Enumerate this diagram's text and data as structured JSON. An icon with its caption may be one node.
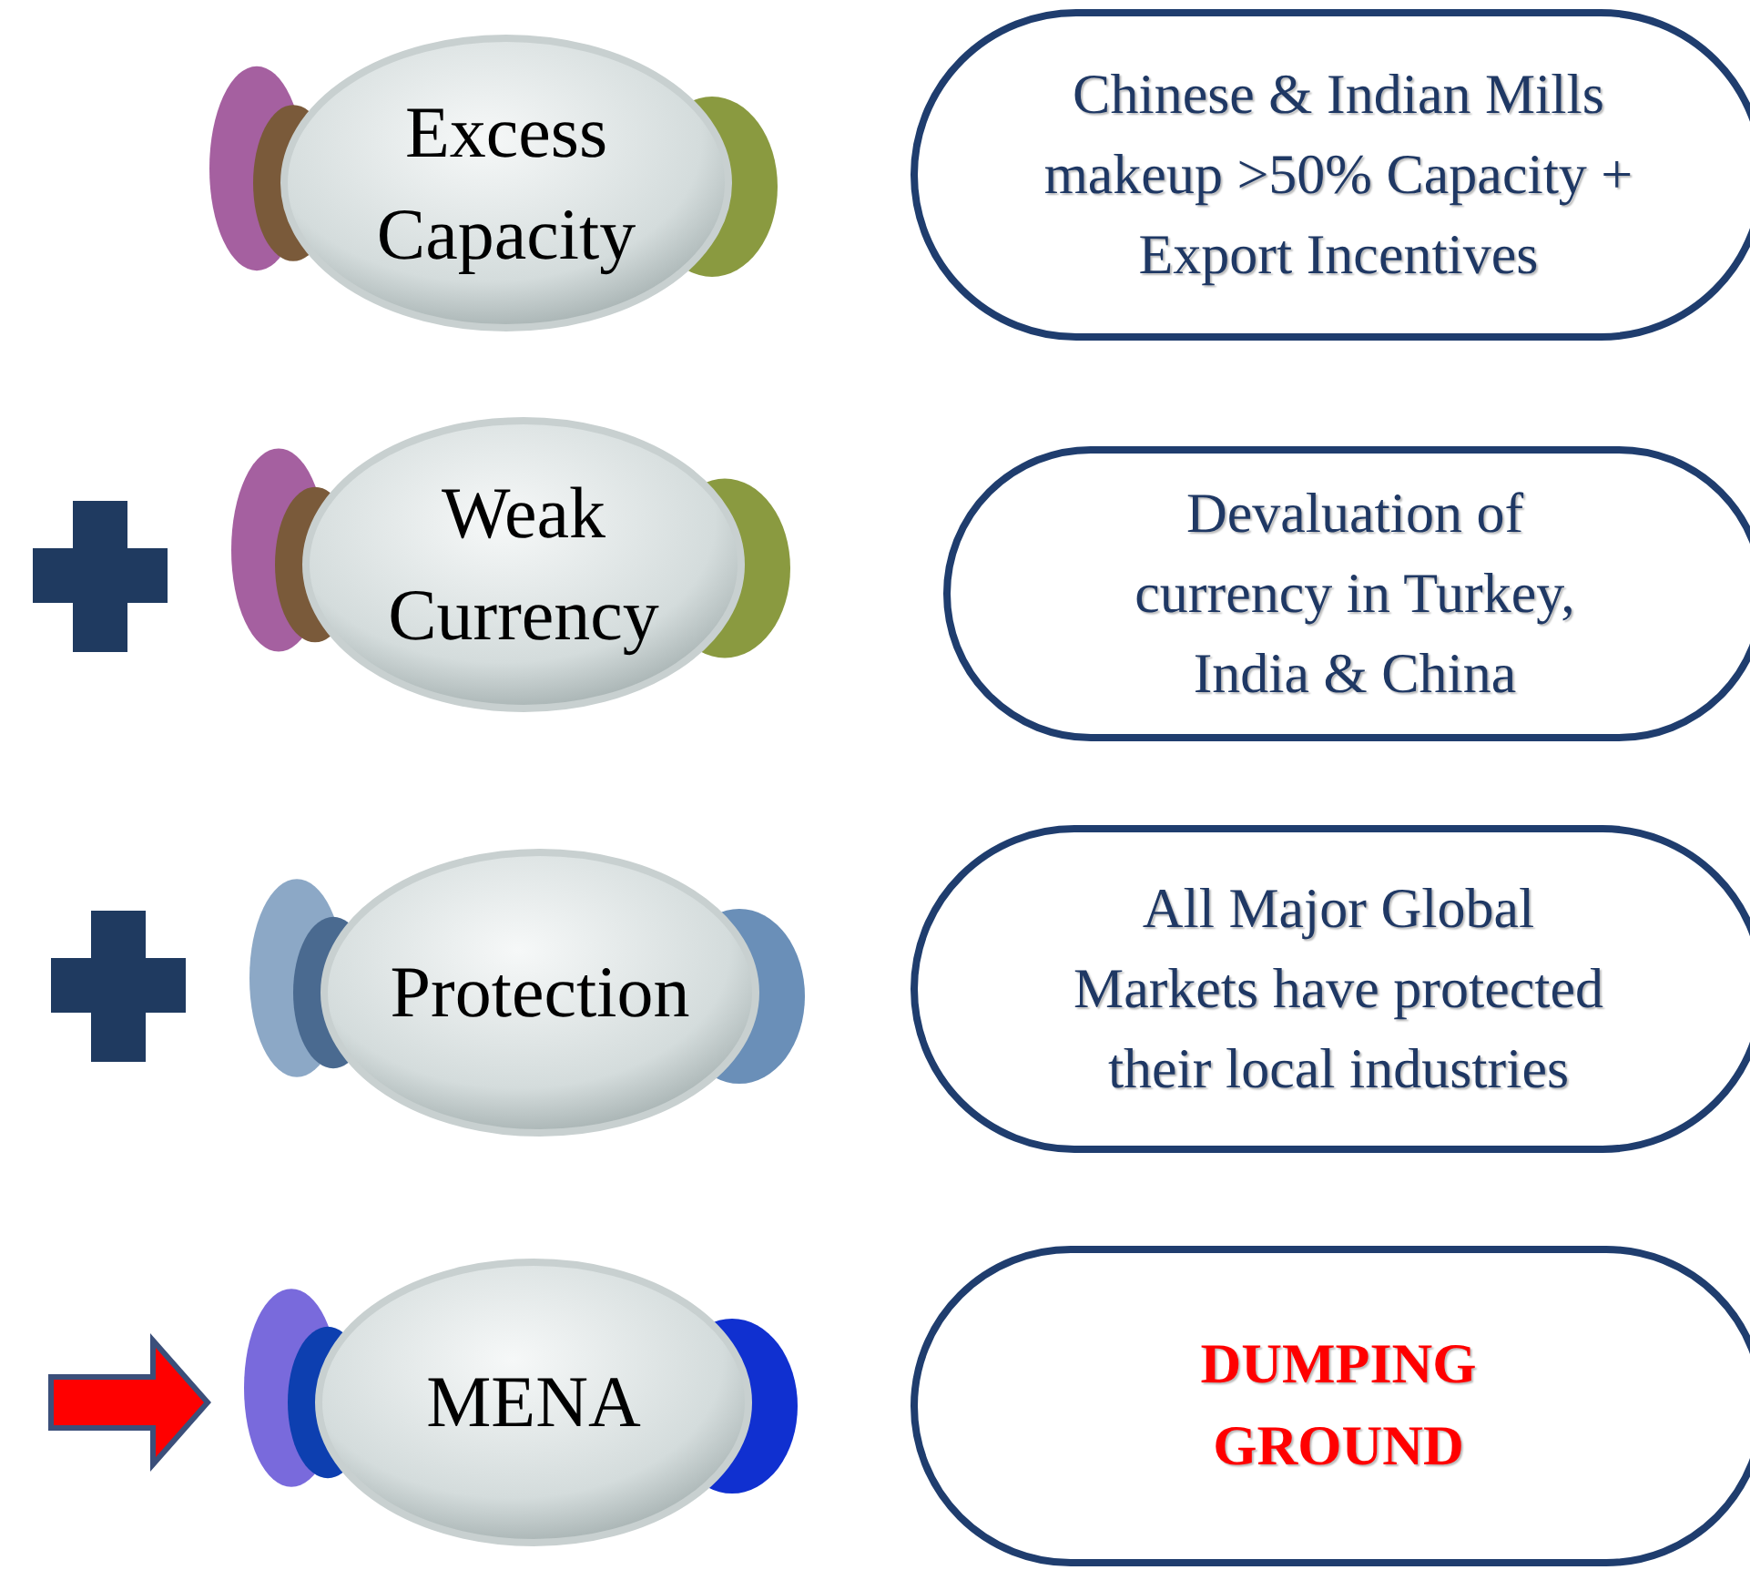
{
  "diagram": {
    "nodes": [
      {
        "text": [
          "Excess Capacity"
        ]
      },
      {
        "text": [
          "Chinese & Indian Mills makeup >50% Capacity + Export Incentives"
        ]
      },
      {
        "text": [
          "Weak Currency"
        ]
      },
      {
        "text": [
          "Devaluation of currency in Turkey, India & China"
        ]
      },
      {
        "text": [
          "Protection"
        ]
      },
      {
        "text": [
          "All Major Global Markets have protected their local industries"
        ]
      },
      {
        "text": [
          "MENA"
        ]
      },
      {
        "text": [
          "DUMPING GROUND"
        ]
      }
    ],
    "edges": [
      {
        "from": null,
        "to": 6,
        "arrow": "to",
        "style": "thick",
        "color": "#ff0000"
      }
    ]
  }
}
